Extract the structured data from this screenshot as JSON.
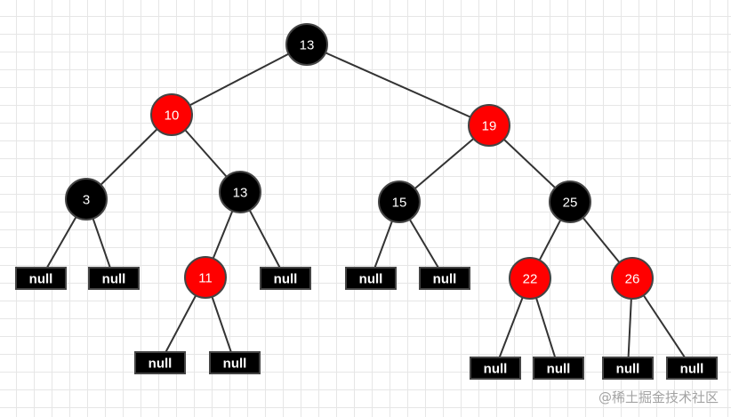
{
  "colors": {
    "red_node": "#ff0000",
    "black_node": "#000000",
    "node_border": "#444444",
    "edge": "#333333",
    "label": "#ffffff"
  },
  "tree": {
    "nodes": [
      {
        "id": "n13",
        "label": "13",
        "color": "black",
        "kind": "node"
      },
      {
        "id": "n10",
        "label": "10",
        "color": "red",
        "kind": "node"
      },
      {
        "id": "n19",
        "label": "19",
        "color": "red",
        "kind": "node"
      },
      {
        "id": "n3",
        "label": "3",
        "color": "black",
        "kind": "node"
      },
      {
        "id": "n13b",
        "label": "13",
        "color": "black",
        "kind": "node"
      },
      {
        "id": "n15",
        "label": "15",
        "color": "black",
        "kind": "node"
      },
      {
        "id": "n25",
        "label": "25",
        "color": "black",
        "kind": "node"
      },
      {
        "id": "n11",
        "label": "11",
        "color": "red",
        "kind": "node"
      },
      {
        "id": "n22",
        "label": "22",
        "color": "red",
        "kind": "node"
      },
      {
        "id": "n26",
        "label": "26",
        "color": "red",
        "kind": "node"
      },
      {
        "id": "null1",
        "label": "null",
        "color": "black",
        "kind": "null"
      },
      {
        "id": "null2",
        "label": "null",
        "color": "black",
        "kind": "null"
      },
      {
        "id": "null3",
        "label": "null",
        "color": "black",
        "kind": "null"
      },
      {
        "id": "null4",
        "label": "null",
        "color": "black",
        "kind": "null"
      },
      {
        "id": "null5",
        "label": "null",
        "color": "black",
        "kind": "null"
      },
      {
        "id": "null6",
        "label": "null",
        "color": "black",
        "kind": "null"
      },
      {
        "id": "null7",
        "label": "null",
        "color": "black",
        "kind": "null"
      },
      {
        "id": "null8",
        "label": "null",
        "color": "black",
        "kind": "null"
      },
      {
        "id": "null9",
        "label": "null",
        "color": "black",
        "kind": "null"
      },
      {
        "id": "null10",
        "label": "null",
        "color": "black",
        "kind": "null"
      },
      {
        "id": "null11",
        "label": "null",
        "color": "black",
        "kind": "null"
      }
    ],
    "edges": [
      [
        "n13",
        "n10"
      ],
      [
        "n13",
        "n19"
      ],
      [
        "n10",
        "n3"
      ],
      [
        "n10",
        "n13b"
      ],
      [
        "n19",
        "n15"
      ],
      [
        "n19",
        "n25"
      ],
      [
        "n3",
        "null1"
      ],
      [
        "n3",
        "null2"
      ],
      [
        "n13b",
        "n11"
      ],
      [
        "n13b",
        "null3"
      ],
      [
        "n15",
        "null4"
      ],
      [
        "n15",
        "null5"
      ],
      [
        "n25",
        "n22"
      ],
      [
        "n25",
        "n26"
      ],
      [
        "n11",
        "null6"
      ],
      [
        "n11",
        "null7"
      ],
      [
        "n22",
        "null8"
      ],
      [
        "n22",
        "null9"
      ],
      [
        "n26",
        "null10"
      ],
      [
        "n26",
        "null11"
      ]
    ]
  },
  "watermark": {
    "text": "@稀土掘金技术社区"
  }
}
